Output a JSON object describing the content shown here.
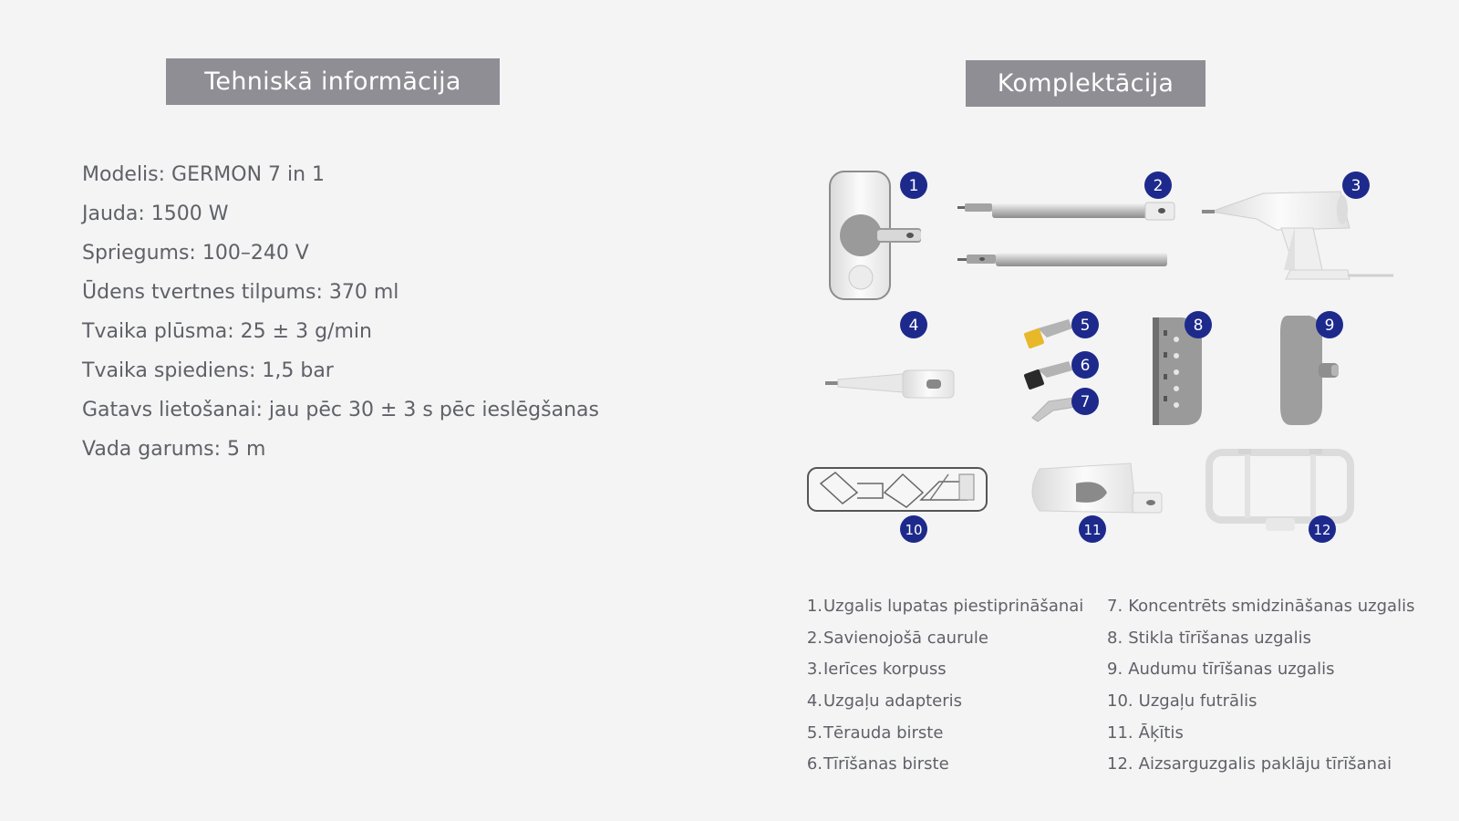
{
  "headers": {
    "tech": "Tehniskā informācija",
    "kit": "Komplektācija"
  },
  "specs": [
    "Modelis: GERMON 7 in 1",
    "Jauda: 1500 W",
    "Spriegums: 100–240 V",
    "Ūdens tvertnes tilpums: 370 ml",
    "Tvaika plūsma: 25 ± 3 g/min",
    "Tvaika spiediens: 1,5 bar",
    "Gatavs lietošanai: jau pēc 30 ± 3 s pēc ieslēgšanas",
    "Vada garums: 5 m"
  ],
  "badges": [
    "1",
    "2",
    "3",
    "4",
    "5",
    "6",
    "7",
    "8",
    "9",
    "10",
    "11",
    "12"
  ],
  "legend_left": [
    {
      "num": "1.",
      "label": "Uzgalis lupatas piestiprināšanai"
    },
    {
      "num": "2.",
      "label": "Savienojošā caurule"
    },
    {
      "num": "3.",
      "label": "Ierīces korpuss"
    },
    {
      "num": "4.",
      "label": "Uzgaļu adapteris"
    },
    {
      "num": "5.",
      "label": "Tērauda birste"
    },
    {
      "num": "6.",
      "label": "Tīrīšanas birste"
    }
  ],
  "legend_right": [
    {
      "num": "7.",
      "label": "Koncentrēts smidzināšanas uzgalis"
    },
    {
      "num": "8.",
      "label": "Stikla tīrīšanas uzgalis"
    },
    {
      "num": "9.",
      "label": "Audumu tīrīšanas uzgalis"
    },
    {
      "num": "10.",
      "label": "Uzgaļu futrālis"
    },
    {
      "num": "11.",
      "label": "Āķītis"
    },
    {
      "num": "12.",
      "label": "Aizsarguzgalis paklāju tīrīšanai"
    }
  ],
  "colors": {
    "badge": "#1d2a8c",
    "header_bg": "#8e8e94",
    "accent_yellow": "#e8b82a"
  }
}
